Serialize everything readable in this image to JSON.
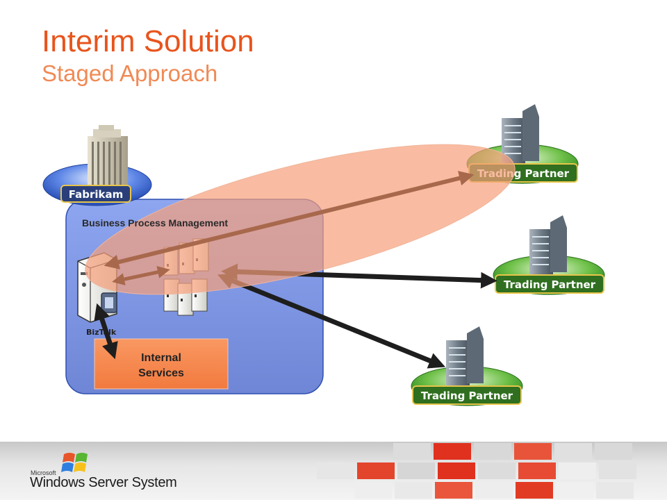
{
  "slide": {
    "title": "Interim Solution",
    "subtitle": "Staged Approach"
  },
  "diagram": {
    "fabrikam_label": "Fabrikam",
    "bpm_label": "Business Process Management",
    "biztalk_label": "BizTalk",
    "internal_services_line1": "Internal",
    "internal_services_line2": "Services",
    "partner_label_1": "Trading Partner",
    "partner_label_2": "Trading Partner",
    "partner_label_3": "Trading Partner"
  },
  "footer": {
    "brand_small": "Microsoft",
    "brand_name": "Windows Server System"
  },
  "colors": {
    "title": "#e8541c",
    "subtitle": "#f08a55",
    "bpm_box": "#7f97e3",
    "highlight_ellipse": "#f7a07a",
    "internal_services": "#f5874f",
    "partner_badge": "#2f6f1f"
  }
}
